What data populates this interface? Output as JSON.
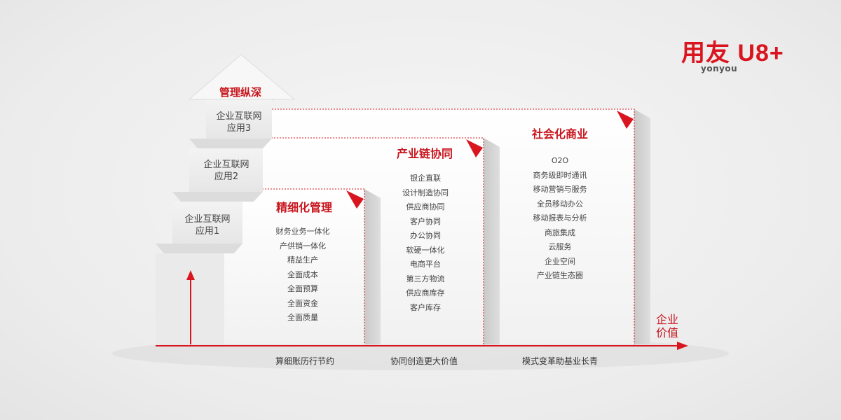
{
  "logo": {
    "brand": "用友 U8+",
    "subtitle": "yonyou"
  },
  "management": {
    "arrow_label": "管理纵深",
    "steps": [
      "企业互联网\n应用1",
      "企业互联网\n应用2",
      "企业互联网\n应用3"
    ]
  },
  "value_axis_label": "企业\n价值",
  "panels": [
    {
      "title": "精细化管理",
      "items": [
        "财务业务一体化",
        "产供销一体化",
        "精益生产",
        "全面成本",
        "全面预算",
        "全面资金",
        "全面质量"
      ],
      "axis_label": "算细账历行节约"
    },
    {
      "title": "产业链协同",
      "items": [
        "银企直联",
        "设计制造协同",
        "供应商协同",
        "客户协同",
        "办公协同",
        "软硬一体化",
        "电商平台",
        "第三方物流",
        "供应商库存",
        "客户库存"
      ],
      "axis_label": "协同创造更大价值"
    },
    {
      "title": "社会化商业",
      "items": [
        "O2O",
        "商务级即时通讯",
        "移动营销与服务",
        "全员移动办公",
        "移动报表与分析",
        "商旅集成",
        "云服务",
        "企业空间",
        "产业链生态圈"
      ],
      "axis_label": "模式变革助基业长青"
    }
  ],
  "colors": {
    "accent": "#d9161f",
    "box_face": "#f7f7f7",
    "box_side": "#d0d0d0"
  }
}
